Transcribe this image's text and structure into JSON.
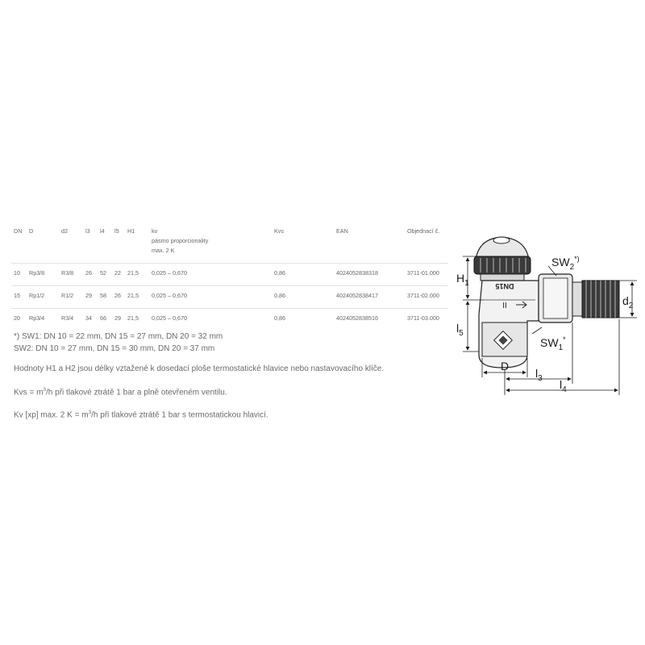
{
  "table": {
    "headers": {
      "dn": "DN",
      "d": "D",
      "d2": "d2",
      "l3": "l3",
      "l4": "l4",
      "l5": "l5",
      "h1": "H1",
      "kv_1": "kv",
      "kv_2": "pásmo proporcionality",
      "kv_3": "max. 2 K",
      "kvs": "Kvs",
      "ean": "EAN",
      "order": "Objednací č."
    },
    "rows": [
      {
        "dn": "10",
        "d": "Rp3/8",
        "d2": "R3/8",
        "l3": "26",
        "l4": "52",
        "l5": "22",
        "h1": "21,5",
        "kv": "0,025 – 0,670",
        "kvs": "0,86",
        "ean": "4024052838318",
        "order": "3711-01.000"
      },
      {
        "dn": "15",
        "d": "Rp1/2",
        "d2": "R1/2",
        "l3": "29",
        "l4": "58",
        "l5": "26",
        "h1": "21,5",
        "kv": "0,025 – 0,670",
        "kvs": "0,86",
        "ean": "4024052838417",
        "order": "3711-02.000"
      },
      {
        "dn": "20",
        "d": "Rp3/4",
        "d2": "R3/4",
        "l3": "34",
        "l4": "66",
        "l5": "29",
        "h1": "21,5",
        "kv": "0,025 – 0,670",
        "kvs": "0,86",
        "ean": "4024052838516",
        "order": "3711-03.000"
      }
    ]
  },
  "notes": {
    "sw1": "*) SW1: DN 10 = 22 mm, DN 15 = 27 mm, DN 20 = 32 mm",
    "sw2": "SW2: DN 10 = 27 mm, DN 15 = 30 mm, DN 20 = 37 mm",
    "h": "Hodnoty H1 a H2 jsou délky vztažené k dosedací ploše termostatické hlavice nebo nastavovacího klíče.",
    "kvs_prefix": "Kvs = m",
    "kvs_sup": "3",
    "kvs_suffix": "/h při tlakové ztrátě 1 bar a plně otevřeném ventilu.",
    "kv_prefix": "Kv [xp] max. 2 K = m",
    "kv_sup": "3",
    "kv_suffix": "/h při tlakové ztrátě 1 bar s termostatickou hlavicí."
  },
  "drawing": {
    "h1": "H",
    "h1_sub": "1",
    "l5": "l",
    "l5_sub": "5",
    "d": "D",
    "l3": "l",
    "l3_sub": "3",
    "l4": "l",
    "l4_sub": "4",
    "d2": "d",
    "d2_sub": "2",
    "sw2": "SW",
    "sw2_sub": "2",
    "sw2_mark": "*)",
    "sw1": "SW",
    "sw1_sub": "1",
    "sw1_mark": "*",
    "body_mark": "DN15",
    "body_num": "II"
  }
}
